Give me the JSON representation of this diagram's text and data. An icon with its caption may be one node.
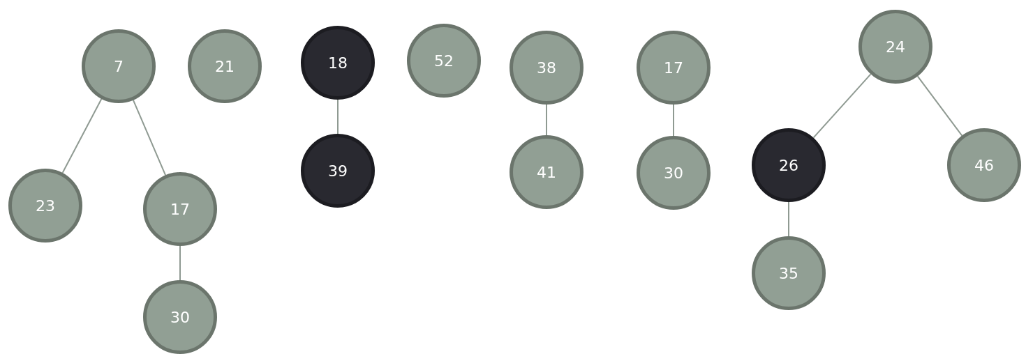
{
  "diagram": {
    "nodes": [
      {
        "text": [
          "7"
        ]
      },
      {
        "text": [
          "23"
        ]
      },
      {
        "text": [
          "17"
        ]
      },
      {
        "text": [
          "30"
        ]
      },
      {
        "text": [
          "21"
        ]
      },
      {
        "text": [
          "18"
        ]
      },
      {
        "text": [
          "39"
        ]
      },
      {
        "text": [
          "52"
        ]
      },
      {
        "text": [
          "38"
        ]
      },
      {
        "text": [
          "41"
        ]
      },
      {
        "text": [
          "17"
        ]
      },
      {
        "text": [
          "30"
        ]
      },
      {
        "text": [
          "24"
        ]
      },
      {
        "text": [
          "26"
        ]
      },
      {
        "text": [
          "46"
        ]
      },
      {
        "text": [
          "35"
        ]
      }
    ],
    "edges": [
      {
        "from": 0,
        "to": 1,
        "arrow": "none"
      },
      {
        "from": 0,
        "to": 2,
        "arrow": "none"
      },
      {
        "from": 2,
        "to": 3,
        "arrow": "none"
      },
      {
        "from": 5,
        "to": 6,
        "arrow": "none"
      },
      {
        "from": 8,
        "to": 9,
        "arrow": "none"
      },
      {
        "from": 10,
        "to": 11,
        "arrow": "none"
      },
      {
        "from": 12,
        "to": 13,
        "arrow": "none"
      },
      {
        "from": 12,
        "to": 14,
        "arrow": "none"
      },
      {
        "from": 13,
        "to": 15,
        "arrow": "none"
      }
    ]
  }
}
